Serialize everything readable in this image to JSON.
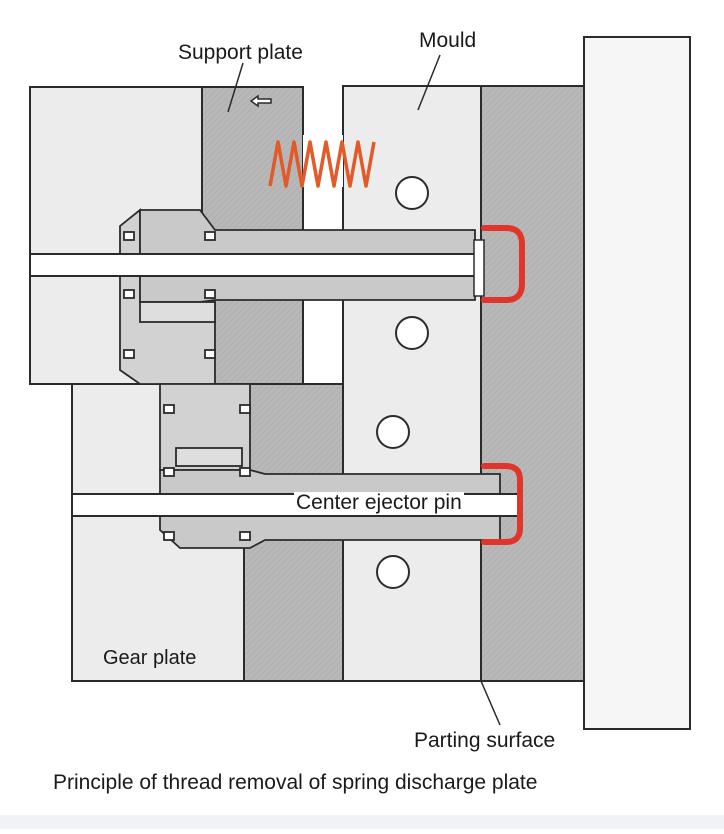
{
  "labels": {
    "support_plate": "Support plate",
    "mould": "Mould",
    "gear_plate": "Gear plate",
    "center_ejector_pin": "Center ejector pin",
    "parting_surface": "Parting surface"
  },
  "caption": "Principle of thread removal of spring discharge plate",
  "colors": {
    "outline": "#2b2b2b",
    "light_plate": "#ececec",
    "dark_plate": "#b5b5b5",
    "spring": "#e05a2b",
    "thread_insert": "#e0352b",
    "background": "#ffffff"
  },
  "icons": {
    "motion_arrow": "arrow-left-icon",
    "spring": "spring-icon",
    "bolt_hole": "circle-icon"
  }
}
